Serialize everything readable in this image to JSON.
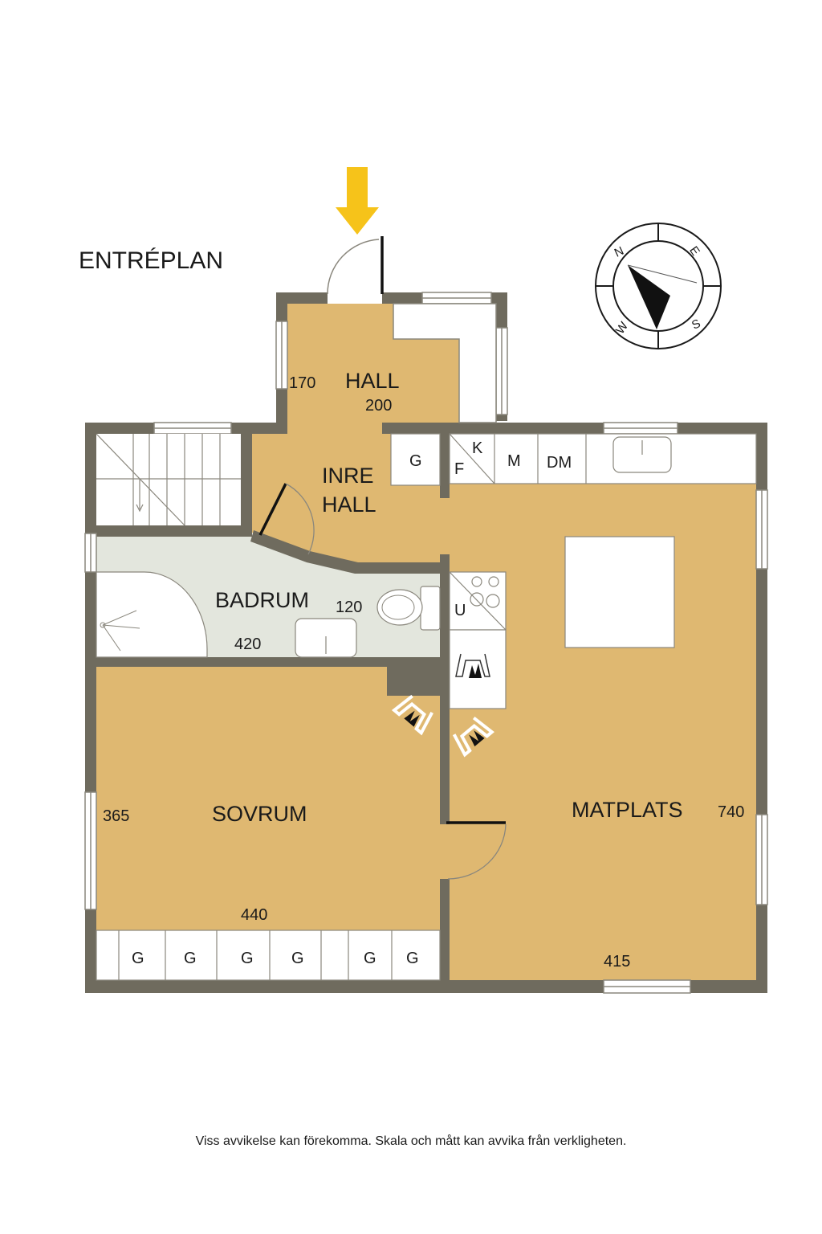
{
  "title": "ENTRÉPLAN",
  "compass": {
    "n": "N",
    "e": "E",
    "s": "S",
    "w": "W"
  },
  "rooms": {
    "hall": "HALL",
    "inre_hall_1": "INRE",
    "inre_hall_2": "HALL",
    "badrum": "BADRUM",
    "sovrum": "SOVRUM",
    "matplats": "MATPLATS"
  },
  "dimensions": {
    "hall_w": "170",
    "hall_h": "200",
    "badrum_w": "420",
    "badrum_h": "120",
    "sovrum_h": "365",
    "sovrum_w": "440",
    "matplats_h": "740",
    "matplats_w": "415"
  },
  "appliances": {
    "wardrobe": "G",
    "fridge": "F",
    "freezer": "K",
    "microwave": "M",
    "dishwasher": "DM",
    "oven": "U",
    "sovrum_wardrobes": [
      "G",
      "G",
      "G",
      "G",
      "G",
      "G"
    ]
  },
  "disclaimer": "Viss avvikelse kan förekomma. Skala och mått kan avvika från verkligheten.",
  "colors": {
    "wall": "#6f6b5e",
    "floor": "#dfb871",
    "wet_room": "#e3e6dd",
    "arrow": "#f6c31a"
  }
}
